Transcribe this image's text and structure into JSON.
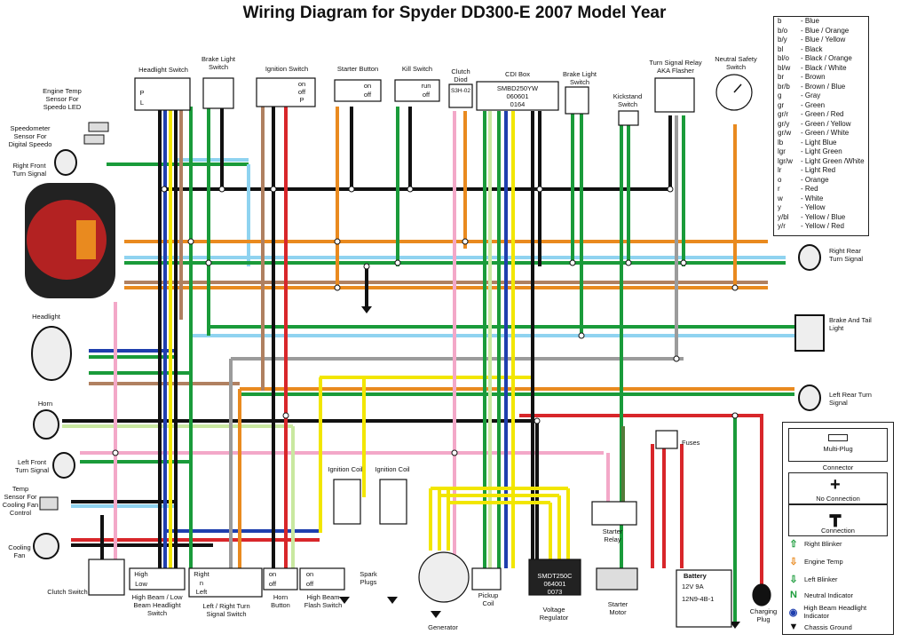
{
  "title": "Wiring Diagram for Spyder DD300-E 2007 Model Year",
  "legend": [
    {
      "code": "b",
      "name": "Blue"
    },
    {
      "code": "b/o",
      "name": "Blue / Orange"
    },
    {
      "code": "b/y",
      "name": "Blue / Yellow"
    },
    {
      "code": "bl",
      "name": "Black"
    },
    {
      "code": "bl/o",
      "name": "Black / Orange"
    },
    {
      "code": "bl/w",
      "name": "Black / White"
    },
    {
      "code": "br",
      "name": "Brown"
    },
    {
      "code": "br/b",
      "name": "Brown / Blue"
    },
    {
      "code": "g",
      "name": "Gray"
    },
    {
      "code": "gr",
      "name": "Green"
    },
    {
      "code": "gr/r",
      "name": "Green / Red"
    },
    {
      "code": "gr/y",
      "name": "Green / Yellow"
    },
    {
      "code": "gr/w",
      "name": "Green / White"
    },
    {
      "code": "lb",
      "name": "Light Blue"
    },
    {
      "code": "lgr",
      "name": "Light Green"
    },
    {
      "code": "lgr/w",
      "name": "Light Green /White"
    },
    {
      "code": "lr",
      "name": "Light Red"
    },
    {
      "code": "o",
      "name": "Orange"
    },
    {
      "code": "r",
      "name": "Red"
    },
    {
      "code": "w",
      "name": "White"
    },
    {
      "code": "y",
      "name": "Yellow"
    },
    {
      "code": "y/bl",
      "name": "Yellow / Blue"
    },
    {
      "code": "y/r",
      "name": "Yellow / Red"
    }
  ],
  "labels": {
    "headlight_switch": "Headlight Switch",
    "brake_light_switch_front": "Brake Light Switch",
    "ignition_switch": "Ignition Switch",
    "starter_button": "Starter Button",
    "kill_switch": "Kill Switch",
    "clutch_diod": "Clutch Diod",
    "cdi_box": "CDI Box",
    "brake_light_switch_rear": "Brake Light Switch",
    "kickstand_switch": "Kickstand Switch",
    "turn_signal_relay": "Turn Signal Relay AKA Flasher",
    "neutral_safety_switch": "Neutral Safety Switch",
    "engine_temp_sensor": "Engine Temp Sensor For Speedo LED",
    "speedometer_sensor": "Speedometer Sensor For Digital Speedo",
    "right_front_turn": "Right Front Turn Signal",
    "headlight": "Headlight",
    "horn": "Horn",
    "left_front_turn": "Left Front Turn Signal",
    "temp_sensor_fan": "Temp Sensor For Cooling Fan Control",
    "cooling_fan": "Cooling Fan",
    "clutch_switch": "Clutch Switch",
    "hi_lo_switch": "High Beam / Low Beam Headlight Switch",
    "turn_switch": "Left / Right Turn Signal Switch",
    "horn_button": "Horn Button",
    "flash_switch": "High Beam Flash Switch",
    "spark_plugs": "Spark Plugs",
    "ignition_coil_1": "Ignition Coil",
    "ignition_coil_2": "Ignition Coil",
    "generator": "Generator",
    "pickup_coil": "Pickup Coil",
    "voltage_regulator": "Voltage Regulator",
    "starter_motor": "Starter Motor",
    "starter_relay": "Starter Relay",
    "battery": "Battery",
    "charging_plug": "Charging Plug",
    "fuses": "Fuses",
    "right_rear_turn": "Right Rear Turn Signal",
    "brake_tail_light": "Brake And Tail Light",
    "left_rear_turn": "Left Rear Turn Signal"
  },
  "parts": {
    "cdi_model": "SMBD250YW",
    "cdi_num1": "060601",
    "cdi_num2": "0164",
    "clutch_diod_code": "S3H-02",
    "reg_model": "SMDT250C",
    "reg_num1": "064001",
    "reg_num2": "0073",
    "battery_spec1": "12V 9A",
    "battery_spec2": "12N9-4B-1"
  },
  "switch_text": {
    "ign_on": "on",
    "ign_off1": "off",
    "ign_p": "P",
    "ign_off2": "off",
    "start_on": "on",
    "start_off": "off",
    "kill_run": "run",
    "kill_off": "off",
    "hl_p": "P",
    "hl_l": "L",
    "hi": "High",
    "low": "Low",
    "right": "Right",
    "n": "n",
    "left": "Left",
    "horn_on": "on",
    "horn_off": "off",
    "flash_on": "on",
    "flash_off": "off"
  },
  "key": {
    "multi_plug": "Multi-Plug",
    "connector": "Connector",
    "no_connection": "No Connection",
    "connection": "Connection",
    "right_blinker": "Right Blinker",
    "engine_temp": "Engine Temp",
    "left_blinker": "Left Blinker",
    "neutral": "Neutral Indicator",
    "high_beam": "High Beam Headlight Indicator",
    "chassis_ground": "Chassis Ground"
  },
  "colors": {
    "red": "#d8262a",
    "black": "#111111",
    "green": "#1a9b3a",
    "yellow": "#f2e600",
    "orange": "#e98a1f",
    "lightblue": "#8fd3f0",
    "pink": "#f3a8c8",
    "gray": "#9b9b9b",
    "brown": "#b08060",
    "blue": "#1f3fae",
    "lightgreen": "#c9e8a0",
    "white": "#ffffff"
  }
}
